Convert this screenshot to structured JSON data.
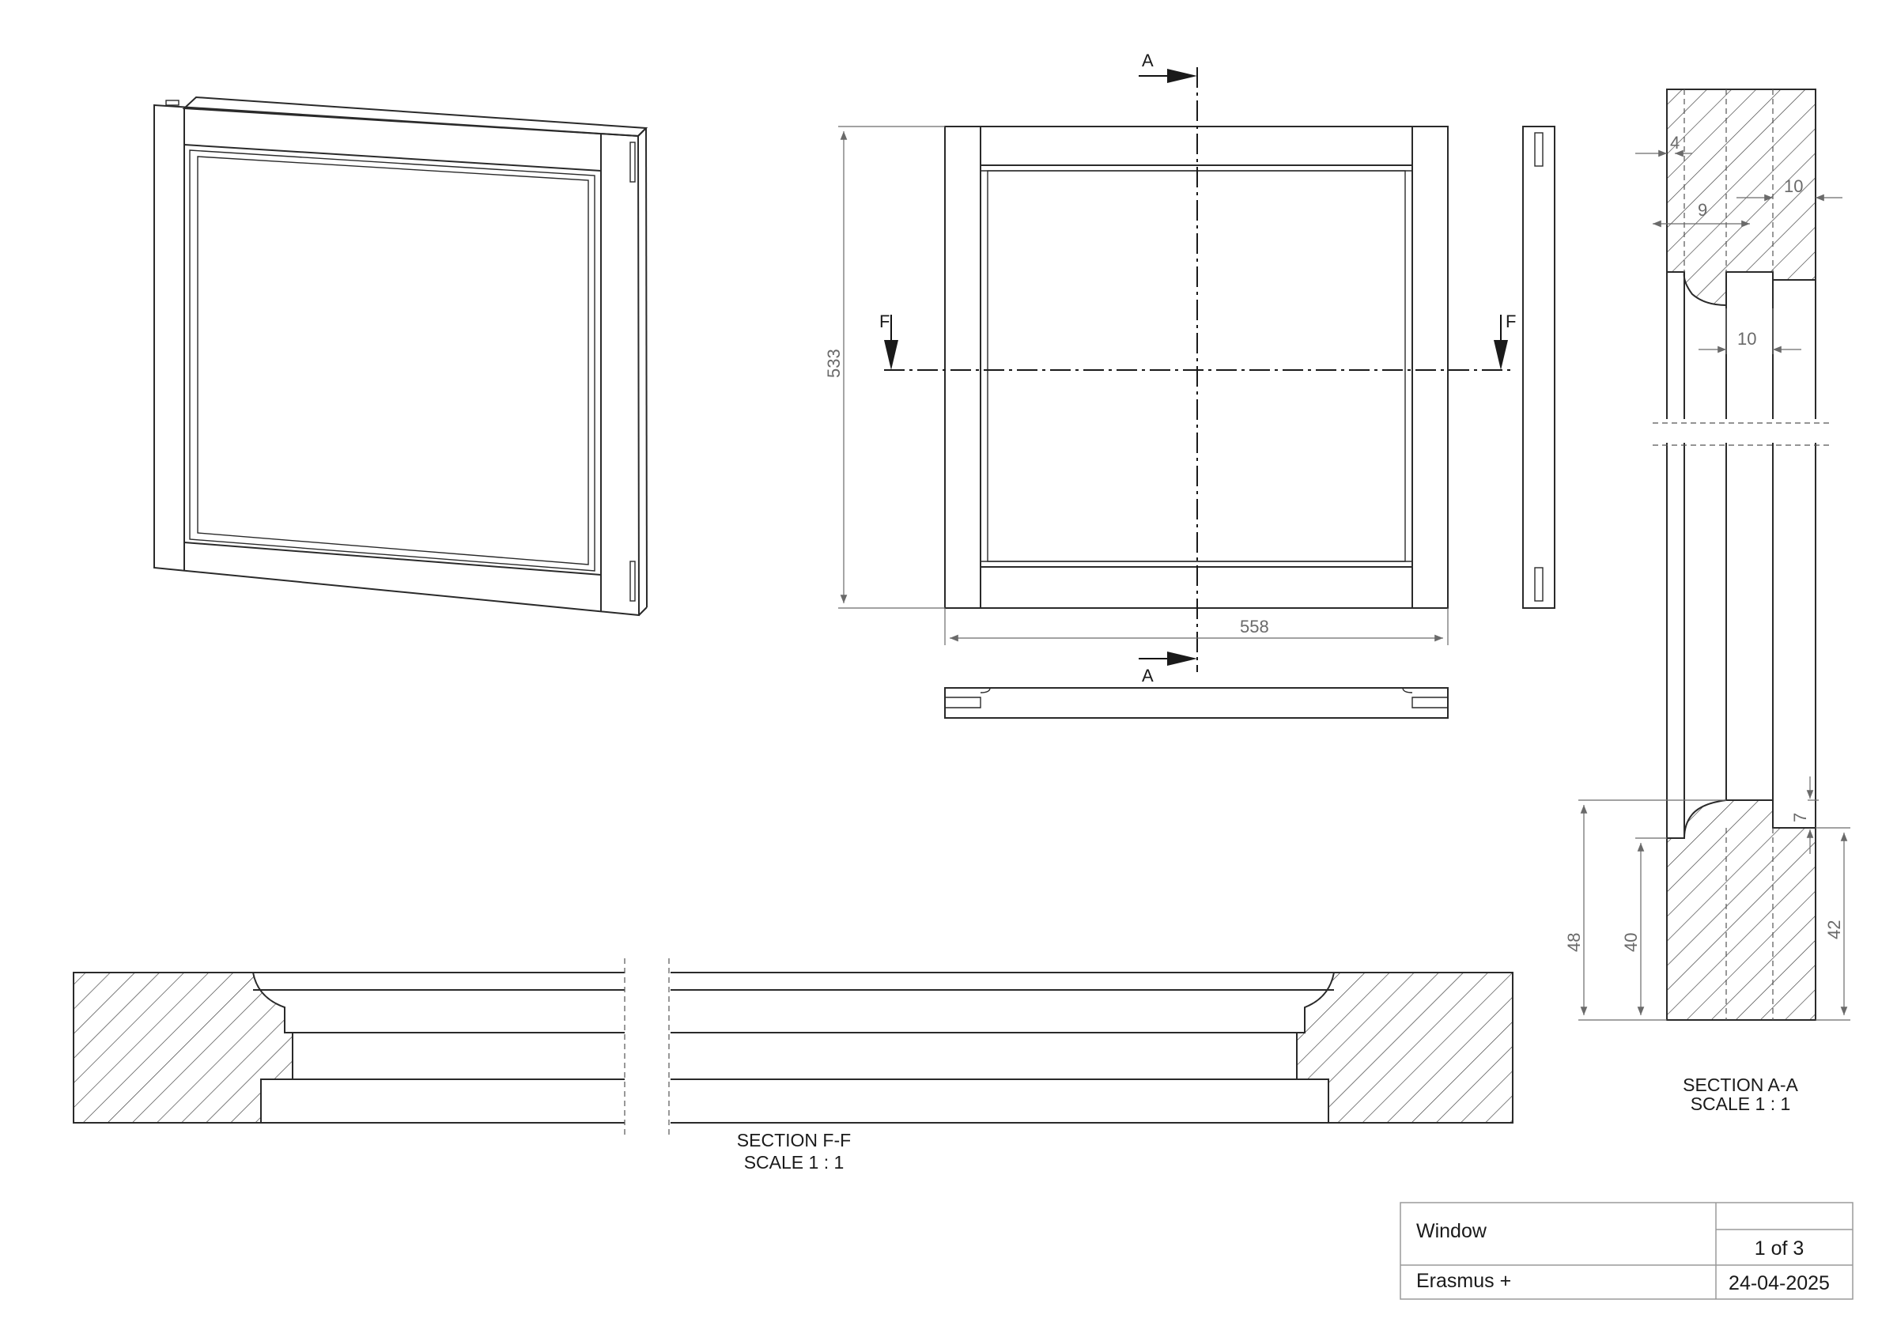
{
  "section_labels": {
    "a": "A",
    "f": "F"
  },
  "dimensions": {
    "height": "533",
    "width": "558",
    "a4": "4",
    "a9": "9",
    "a10_top": "10",
    "a10_mid": "10",
    "a7": "7",
    "a48": "48",
    "a40": "40",
    "a42": "42"
  },
  "section_ff": {
    "title": "SECTION F-F",
    "scale": "SCALE 1 : 1"
  },
  "section_aa": {
    "title": "SECTION A-A",
    "scale": "SCALE 1 : 1"
  },
  "title_block": {
    "name": "Window",
    "sheet": "1 of 3",
    "organization": "Erasmus +",
    "date": "24-04-2025"
  }
}
